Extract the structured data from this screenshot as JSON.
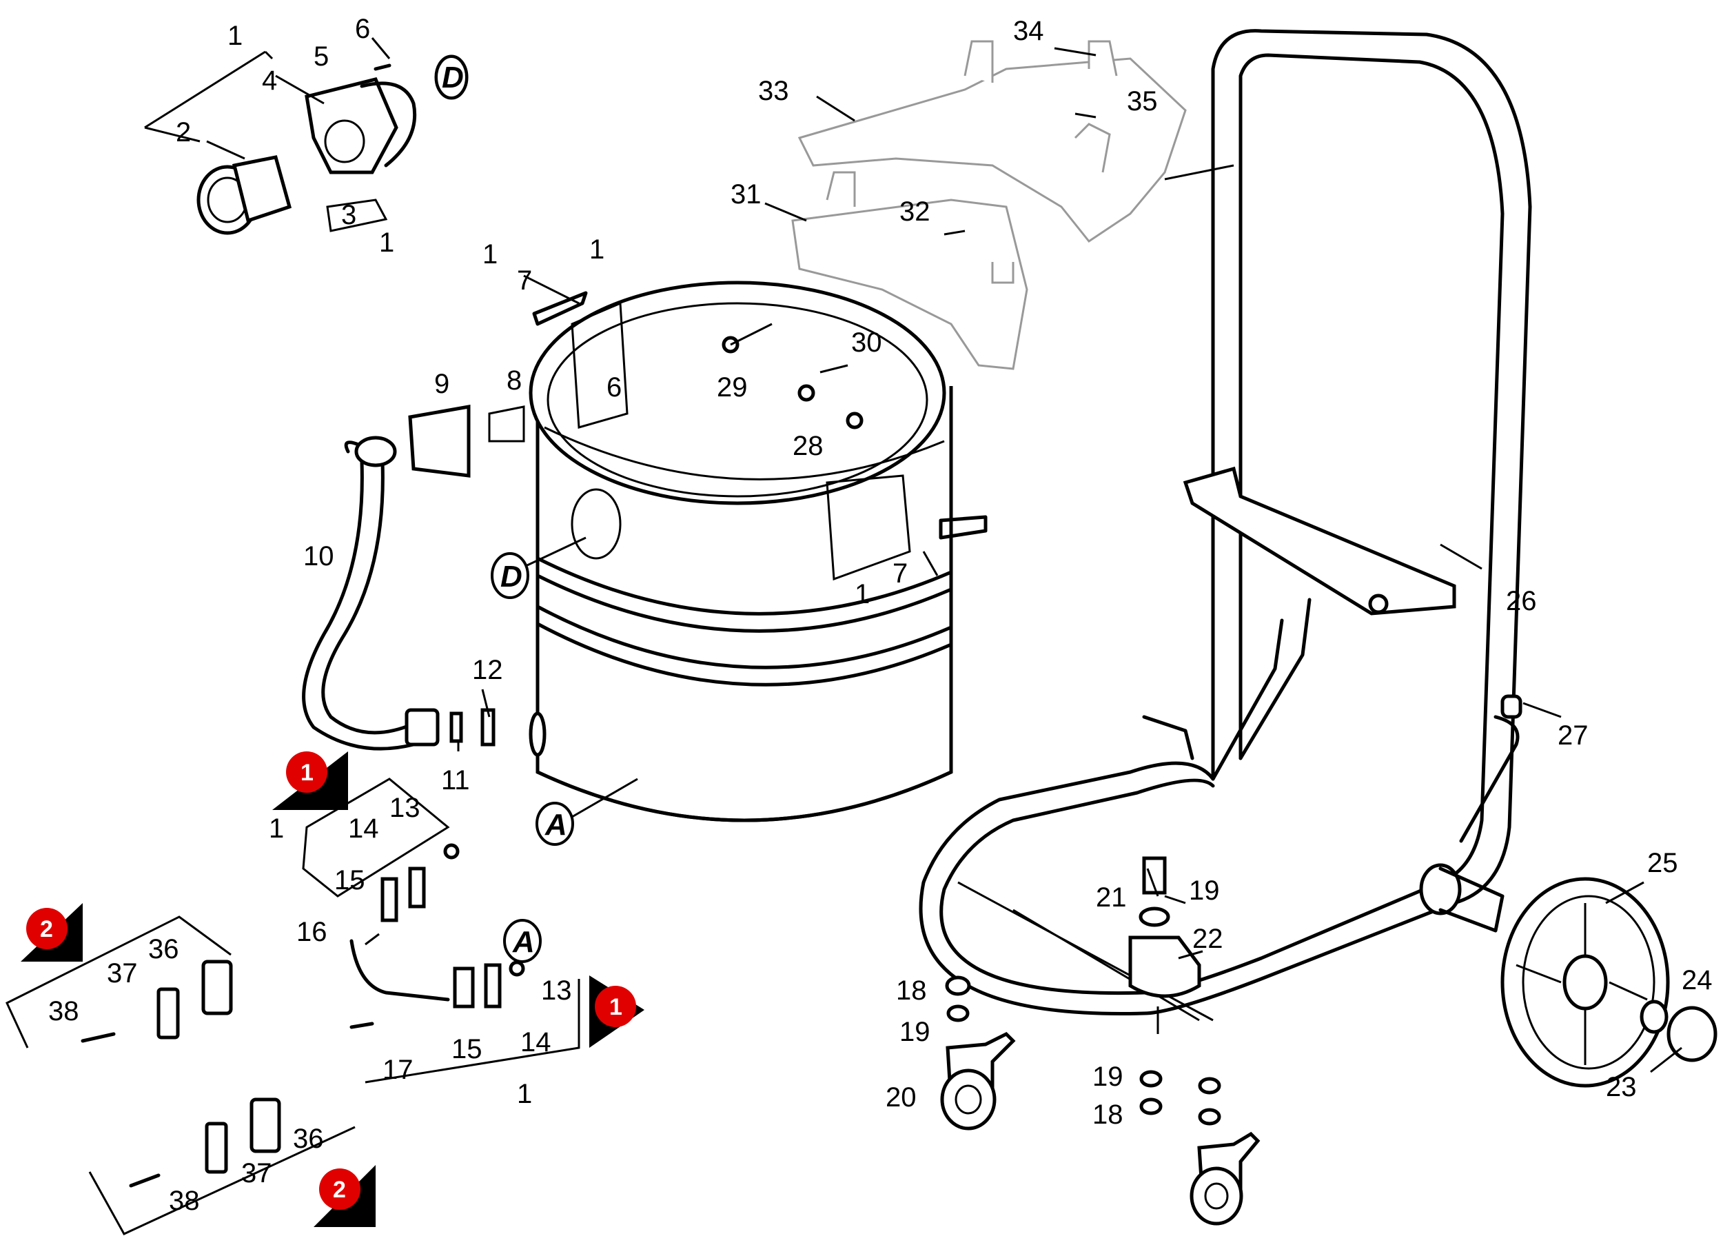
{
  "labels": {
    "l1a": "1",
    "l6a": "6",
    "l5": "5",
    "l4": "4",
    "l2": "2",
    "l3": "3",
    "l1b": "1",
    "l34": "34",
    "l33": "33",
    "l35": "35",
    "l31": "31",
    "l32": "32",
    "l1c": "1",
    "l7a": "7",
    "l1d": "1",
    "l6b": "6",
    "l29": "29",
    "l30": "30",
    "l28": "28",
    "l9": "9",
    "l8": "8",
    "l10": "10",
    "l7b": "7",
    "l1e": "1",
    "l26": "26",
    "l12": "12",
    "l11": "11",
    "l27": "27",
    "l13a": "13",
    "l1f": "1",
    "l14a": "14",
    "l15a": "15",
    "l16": "16",
    "l13b": "13",
    "l14b": "14",
    "l15b": "15",
    "l17": "17",
    "l1g": "1",
    "l36a": "36",
    "l37a": "37",
    "l38a": "38",
    "l36b": "36",
    "l37b": "37",
    "l38b": "38",
    "l25": "25",
    "l24": "24",
    "l23": "23",
    "l21": "21",
    "l19a": "19",
    "l22": "22",
    "l18a": "18",
    "l19b": "19",
    "l20": "20",
    "l19c": "19",
    "l18b": "18"
  },
  "badges": {
    "b1a": "1",
    "b1b": "1",
    "b2a": "2",
    "b2b": "2"
  },
  "letters": {
    "D1": "D",
    "D2": "D",
    "A1": "A",
    "A2": "A"
  },
  "colors": {
    "badge": "#e00000",
    "line": "#000000"
  }
}
